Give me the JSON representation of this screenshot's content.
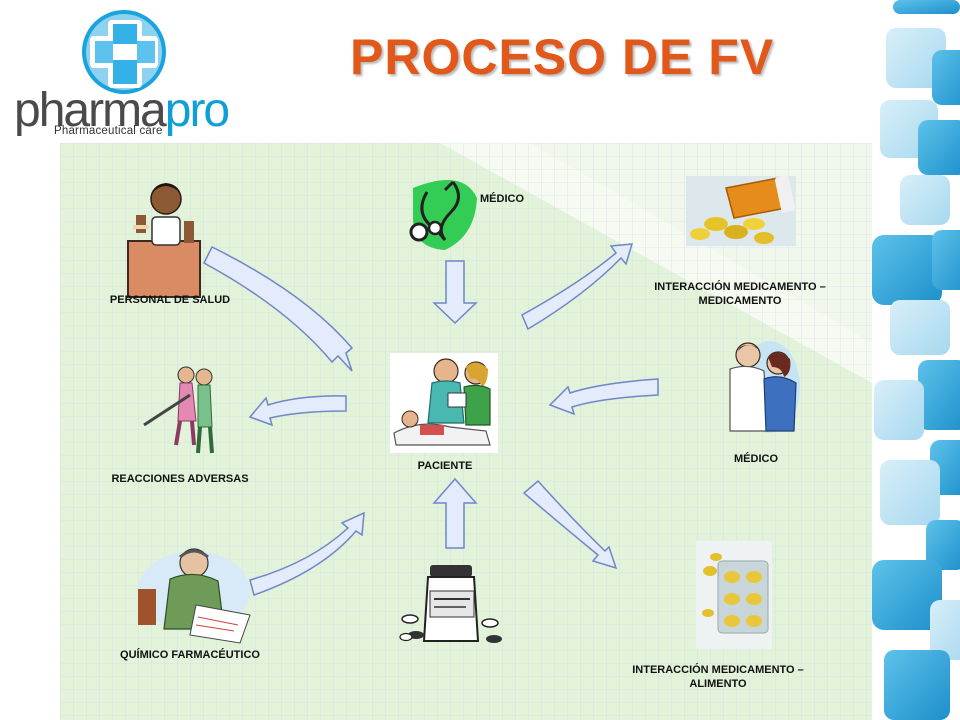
{
  "title": "PROCESO DE FV",
  "brand": {
    "name_part1": "pharma",
    "name_part2": "pro",
    "tagline": "Pharmaceutical care",
    "colors": {
      "blue": "#0f9fd8",
      "gray": "#4a4a4a"
    }
  },
  "diagram": {
    "center": {
      "label": "PACIENTE",
      "icon": "doctor-patient-icon"
    },
    "nodes": [
      {
        "id": "personal",
        "label": "PERSONAL DE SALUD",
        "icon": "health-worker-icon"
      },
      {
        "id": "medico-top",
        "label": "MÉDICO",
        "icon": "stethoscope-icon"
      },
      {
        "id": "int-med-med",
        "label_line1": "INTERACCIÓN MEDICAMENTO –",
        "label_line2": "MEDICAMENTO",
        "icon": "spilled-pills-icon"
      },
      {
        "id": "medico-right",
        "label": "MÉDICO",
        "icon": "doctor-icon"
      },
      {
        "id": "int-med-ali",
        "label_line1": "INTERACCIÓN MEDICAMENTO –",
        "label_line2": "ALIMENTO",
        "icon": "blister-pack-icon"
      },
      {
        "id": "medicine",
        "icon": "medicine-bottle-icon"
      },
      {
        "id": "quimico",
        "label": "QUÍMICO FARMACÉUTICO",
        "icon": "pharmacist-icon"
      },
      {
        "id": "reacciones",
        "label": "REACCIONES ADVERSAS",
        "icon": "adverse-reaction-icon"
      }
    ],
    "colors": {
      "arrow_fill": "#e4ebfb",
      "arrow_stroke": "#6f86c9",
      "panel_left": "#d9f0cf",
      "panel_right": "#f8fbf2"
    }
  },
  "colors": {
    "title": "#e2571a",
    "decor_blue": "#2aa7dd"
  }
}
